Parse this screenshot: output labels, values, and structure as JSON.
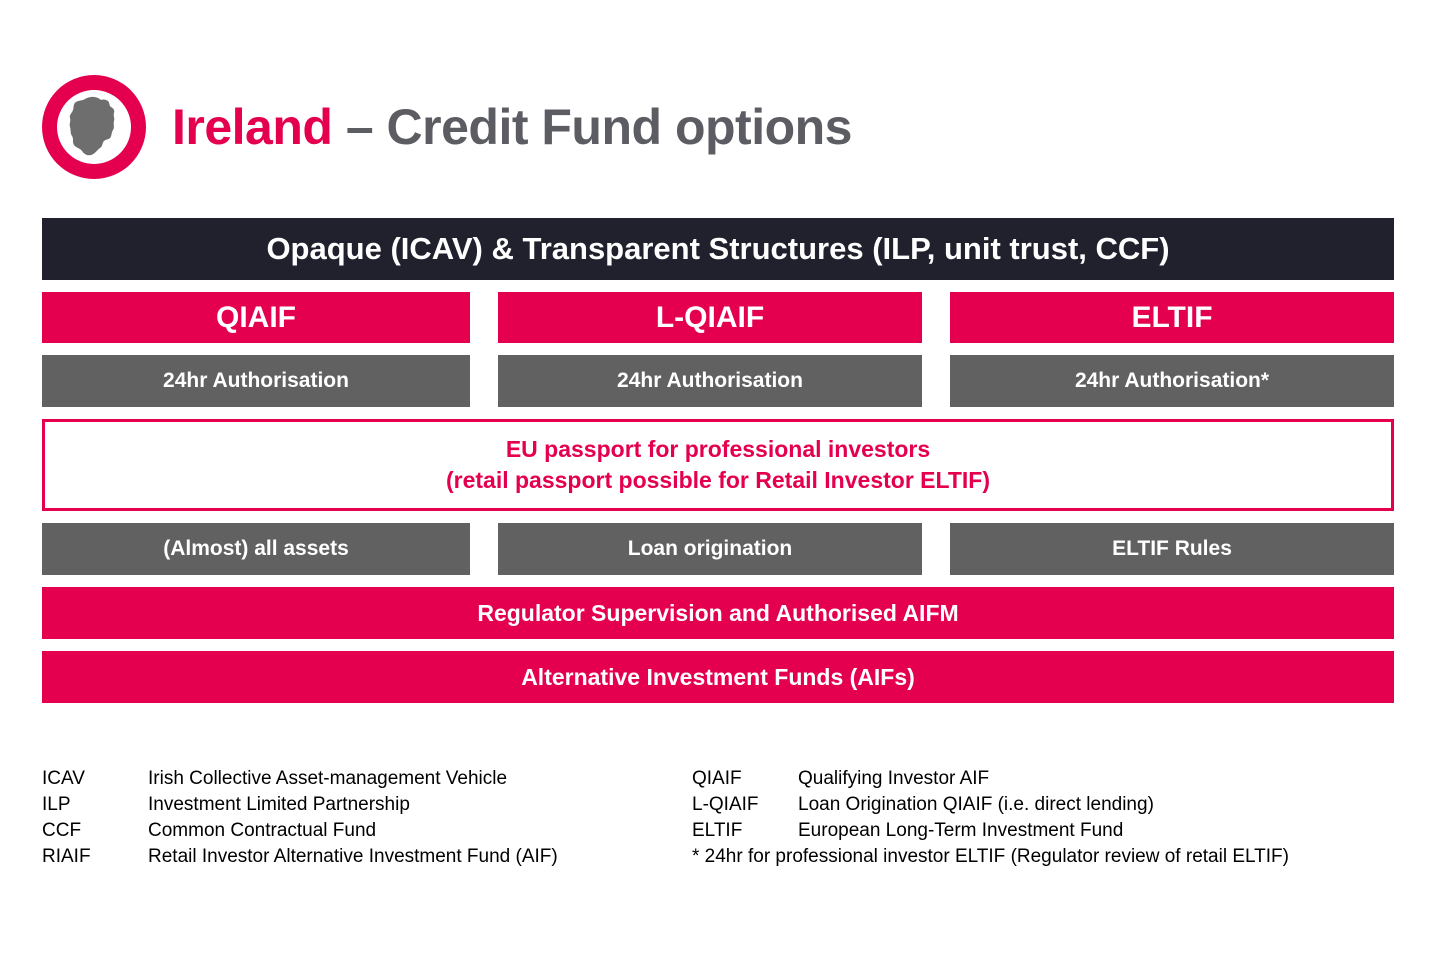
{
  "header": {
    "logo_icon": "ireland-map-roundel-icon",
    "title_accent": "Ireland",
    "title_main": " – Credit Fund options"
  },
  "colors": {
    "crimson": "#E4004F",
    "dark_navy": "#21212E",
    "gray": "#616161",
    "title_gray": "#5C5C63",
    "white": "#FFFFFF"
  },
  "diagram": {
    "structures_bar": "Opaque (ICAV)  & Transparent Structures (ILP, unit trust, CCF)",
    "columns": [
      {
        "name": "QIAIF",
        "authorisation": "24hr  Authorisation",
        "assets": "(Almost) all assets"
      },
      {
        "name": "L-QIAIF",
        "authorisation": "24hr  Authorisation",
        "assets": "Loan origination"
      },
      {
        "name": "ELTIF",
        "authorisation": "24hr  Authorisation*",
        "assets": "ELTIF Rules"
      }
    ],
    "passport_line1": "EU passport for professional investors",
    "passport_line2": "(retail passport possible for Retail Investor ELTIF)",
    "regulator_bar": "Regulator Supervision and Authorised AIFM",
    "aif_bar": "Alternative Investment Funds (AIFs)"
  },
  "legend": {
    "left": [
      {
        "abbr": "ICAV",
        "definition": "Irish Collective Asset-management Vehicle"
      },
      {
        "abbr": "ILP",
        "definition": "Investment Limited Partnership"
      },
      {
        "abbr": "CCF",
        "definition": "Common Contractual Fund"
      },
      {
        "abbr": "RIAIF",
        "definition": "Retail Investor Alternative Investment Fund (AIF)"
      }
    ],
    "right": [
      {
        "abbr": "QIAIF",
        "definition": "Qualifying Investor AIF"
      },
      {
        "abbr": "L-QIAIF",
        "definition": "Loan Origination QIAIF (i.e. direct lending)"
      },
      {
        "abbr": "ELTIF",
        "definition": "European Long-Term Investment Fund"
      }
    ],
    "footnote": "* 24hr for professional investor ELTIF (Regulator review of retail ELTIF)"
  }
}
